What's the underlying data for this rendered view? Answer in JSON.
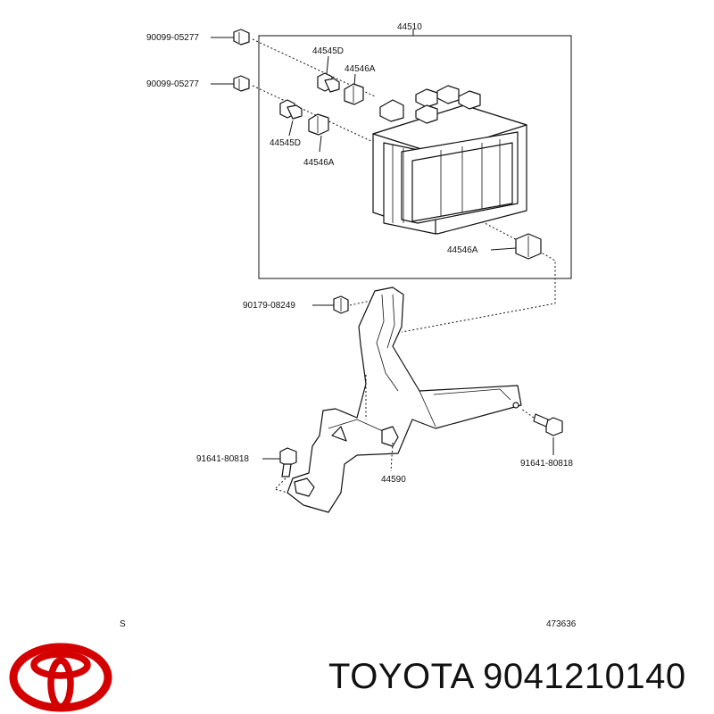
{
  "diagram": {
    "labels": {
      "assembly": "44510",
      "bolt_top": "90099-05277",
      "bolt_second": "90099-05277",
      "bushing_d_top": "44545D",
      "bushing_a_top": "44546A",
      "bushing_d_left": "44545D",
      "bushing_a_left": "44546A",
      "bushing_a_right": "44546A",
      "nut": "90179-08249",
      "bolt_left": "91641-80818",
      "bolt_right": "91641-80818",
      "bracket": "44590",
      "corner_s": "S",
      "diagram_number": "473636"
    }
  },
  "brand": {
    "part_title": "TOYOTA 9041210140",
    "logo_color": "#d40000",
    "logo_icon": "toyota-logo-icon"
  }
}
